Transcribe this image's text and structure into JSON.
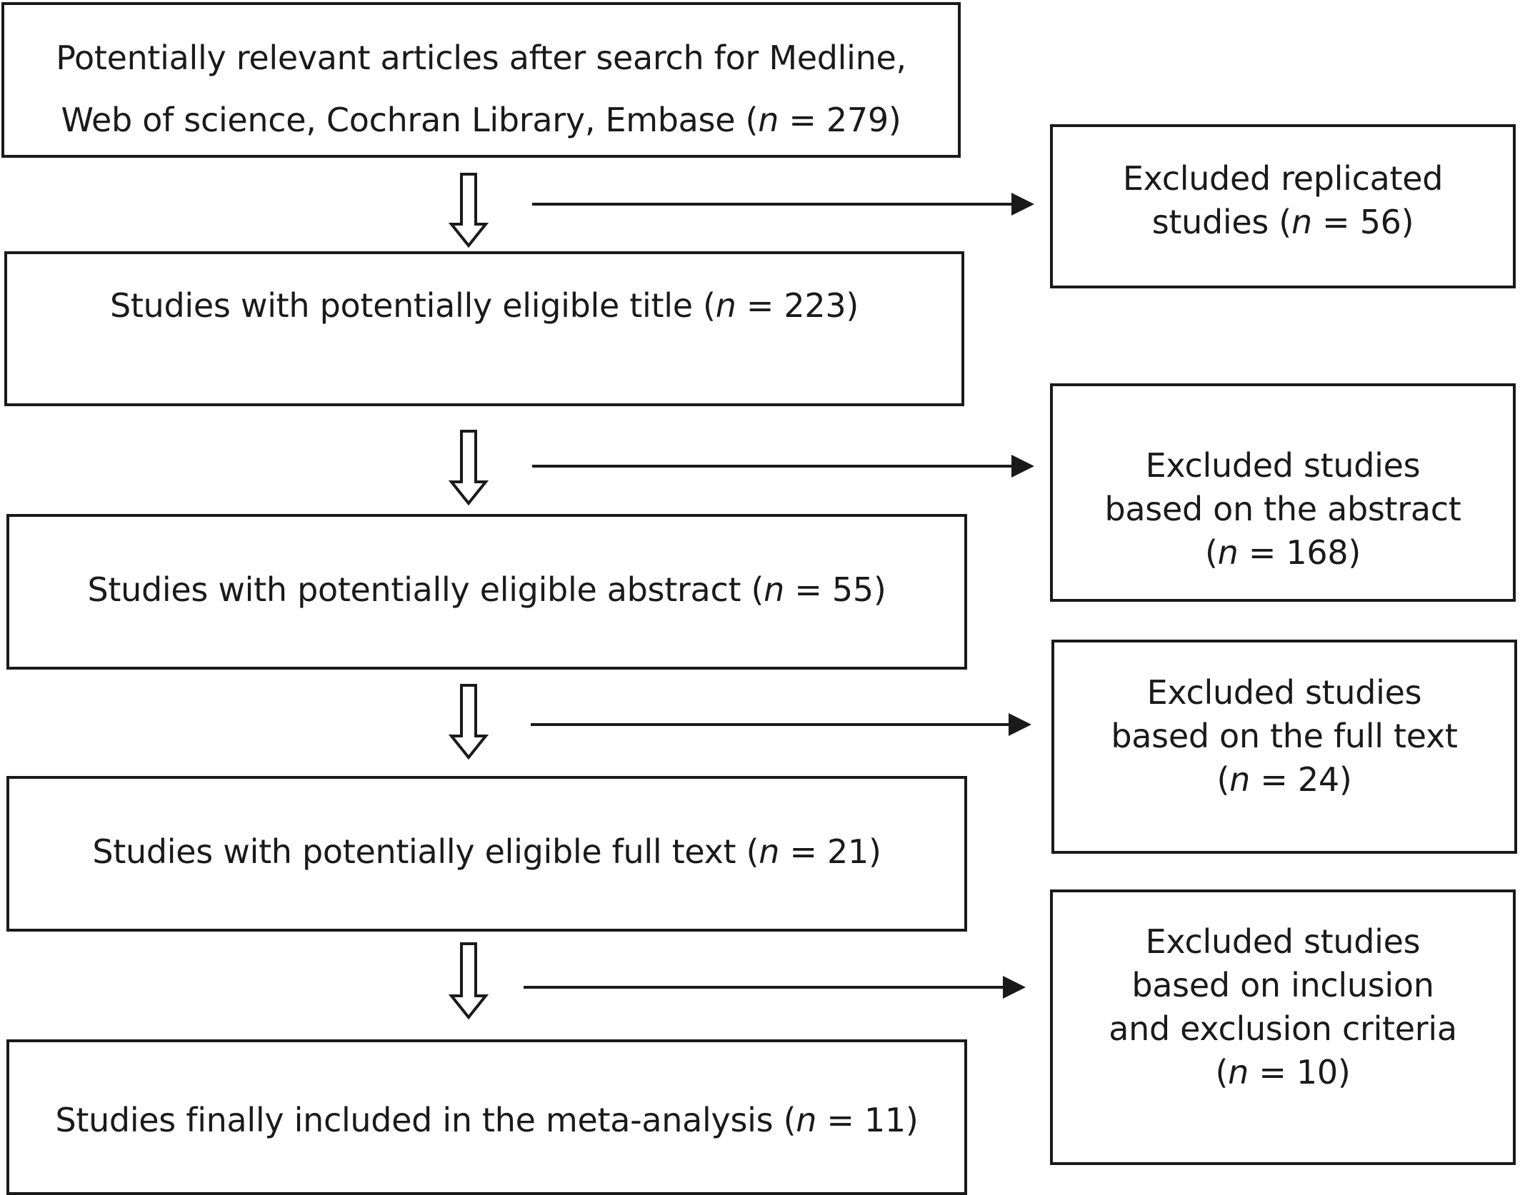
{
  "main_steps": [
    {
      "lines": [
        {
          "text": "Potentially relevant articles after search for Medline,",
          "n": ""
        },
        {
          "text": "Web of science, Cochran Library, Embase (",
          "n": "n",
          "tail": " = 279)"
        }
      ]
    },
    {
      "text": "Studies with potentially eligible title (",
      "n": "n",
      "tail": " = 223)"
    },
    {
      "text": "Studies with potentially eligible abstract (",
      "n": "n",
      "tail": " = 55)"
    },
    {
      "text": "Studies with potentially eligible full text (",
      "n": "n",
      "tail": " = 21)"
    },
    {
      "text": "Studies finally included in the meta-analysis (",
      "n": "n",
      "tail": " = 11)"
    }
  ],
  "exclusions": [
    {
      "lines": [
        "Excluded replicated"
      ],
      "last_prefix": "studies (",
      "n": "n",
      "tail": " = 56)"
    },
    {
      "lines": [
        "Excluded studies",
        "based on the abstract"
      ],
      "last_prefix": "(",
      "n": "n",
      "tail": " = 168)"
    },
    {
      "lines": [
        "Excluded studies",
        "based on the full text"
      ],
      "last_prefix": "(",
      "n": "n",
      "tail": " = 24)"
    },
    {
      "lines": [
        "Excluded studies",
        "based on inclusion",
        "and exclusion criteria"
      ],
      "last_prefix": "(",
      "n": "n",
      "tail": " = 10)"
    }
  ],
  "colors": {
    "stroke": "#1a1a1a",
    "background": "#ffffff"
  }
}
